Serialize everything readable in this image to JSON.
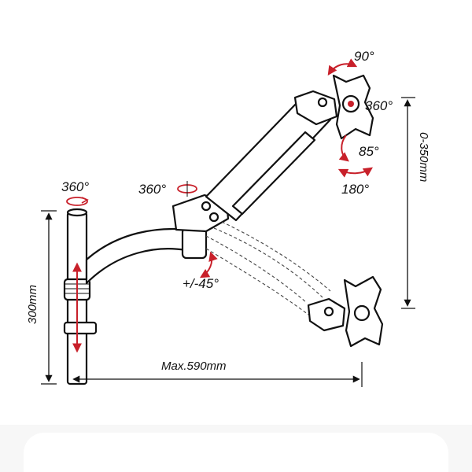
{
  "labels": {
    "top_tilt": "90°",
    "head_swivel": "360°",
    "head_tilt_down": "85°",
    "head_pan": "180°",
    "pole_rotate": "360°",
    "elbow_rotate": "360°",
    "arm_tilt": "+/-45°",
    "height_range": "0-350mm",
    "pole_adjust": "300mm",
    "max_reach": "Max.590mm"
  },
  "colors": {
    "line": "#111111",
    "arrow_red": "#c8202a",
    "background": "#ffffff"
  }
}
